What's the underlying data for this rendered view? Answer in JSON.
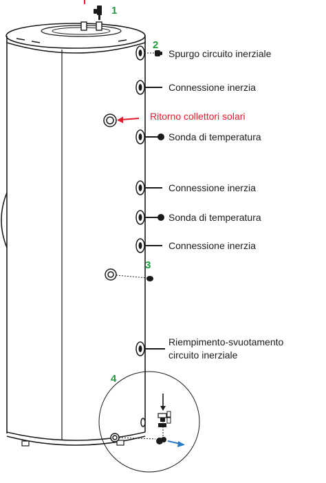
{
  "markers": {
    "m1": "1",
    "m2": "2",
    "m3": "3",
    "m4": "4"
  },
  "labels": {
    "spurgo": "Spurgo circuito inerziale",
    "connessione_1": "Connessione inerzia",
    "ritorno": "Ritorno collettori solari",
    "sonda_1": "Sonda di temperatura",
    "connessione_2": "Connessione inerzia",
    "sonda_2": "Sonda di temperatura",
    "connessione_3": "Connessione inerzia",
    "riempimento_line1": "Riempimento-svuotamento",
    "riempimento_line2": "circuito inerziale"
  },
  "colors": {
    "marker_green": "#1e9a3c",
    "label_red": "#e3192d",
    "arrow_blue": "#2a7bc4",
    "outline": "#1a1a1a"
  }
}
